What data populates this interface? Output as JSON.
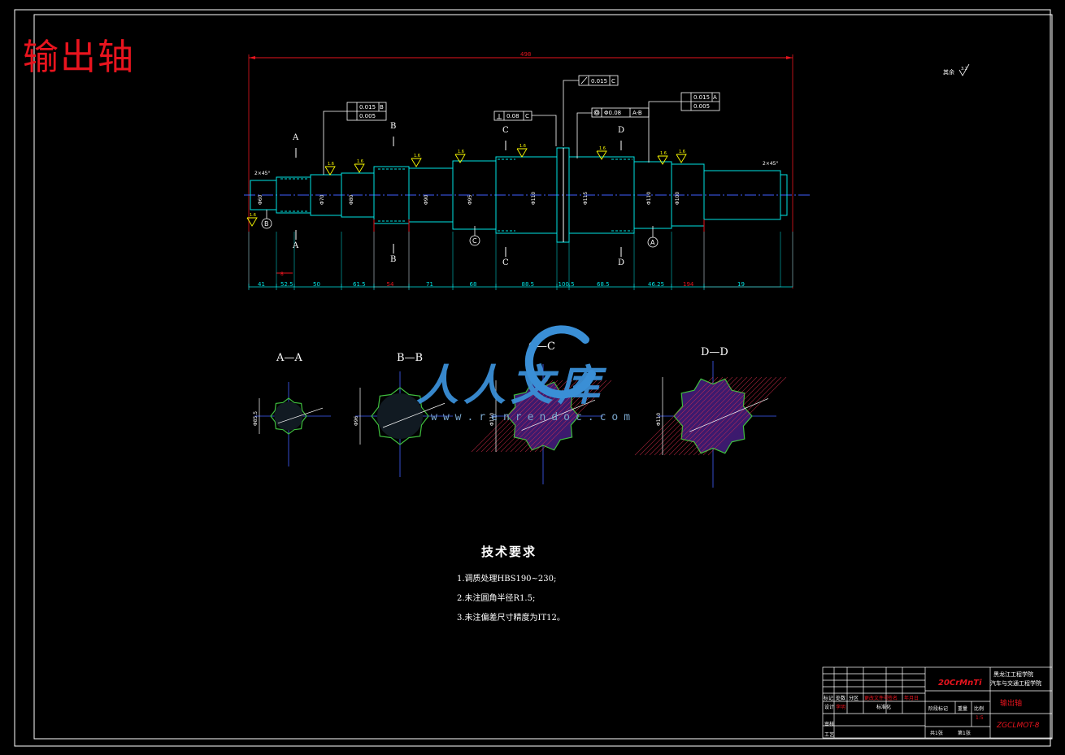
{
  "title": "输出轴",
  "overall_length": "498",
  "finish_note": "其余",
  "finish_note_value": "3.2",
  "gdt": {
    "runout_c_value": "0.015",
    "runout_c_datum": "C",
    "b_runout_value": "0.015",
    "b_runout_datum": "B",
    "b_flat_value": "0.005",
    "perp_value": "0.08",
    "perp_datum": "C",
    "coax_value": "Φ0.08",
    "coax_datum": "A-B",
    "a_runout_value": "0.015",
    "a_runout_datum": "A",
    "a_flat_value": "0.005"
  },
  "roughness": [
    "1.6",
    "1.6",
    "1.6",
    "1.6",
    "1.6",
    "1.6",
    "1.6",
    "1.6",
    "1.6",
    "1.6"
  ],
  "chamfer_left": "2×45°",
  "chamfer_right": "2×45°",
  "datum_labels": [
    "B",
    "C",
    "A"
  ],
  "section_marks": [
    "A",
    "A",
    "B",
    "B",
    "C",
    "C",
    "D",
    "D"
  ],
  "dims_bottom": [
    "41",
    "52.5",
    "50",
    "61.5",
    "54",
    "71",
    "68",
    "88.5",
    "100.5",
    "68.5",
    "46.25",
    "194",
    "19"
  ],
  "dim_small": "8",
  "diameter_labels": [
    "Φ60",
    "Φ70",
    "Φ80",
    "Φ90",
    "Φ95",
    "Φ110",
    "Φ115",
    "Φ110",
    "Φ100"
  ],
  "sections": [
    {
      "label": "A—A",
      "dim": "Φ85.5"
    },
    {
      "label": "B—B",
      "dim": "Φ96"
    },
    {
      "label": "C—C",
      "dim": "Φ110"
    },
    {
      "label": "D—D",
      "dim": "Φ110"
    }
  ],
  "tech_requirements": {
    "heading": "技术要求",
    "items": [
      "1.调质处理HBS190~230;",
      "2.未注圆角半径R1.5;",
      "3.未注偏差尺寸精度为IT12。"
    ]
  },
  "title_block": {
    "material": "20CrMnTi",
    "school_line1": "黑龙江工程学院",
    "school_line2": "汽车与交通工程学院",
    "part_name": "输出轴",
    "drawing_no": "ZGCLMOT-8",
    "scale": "1:5",
    "row_labels": [
      "标记",
      "处数",
      "分区",
      "更改文件号",
      "签名",
      "年月日"
    ],
    "design_label": "设计",
    "designer": "李明",
    "std_label": "标准化",
    "stage_label": "阶段标记",
    "weight_label": "重量",
    "scale_label": "比例",
    "review_label": "审核",
    "process_label": "工艺",
    "sheet_text": "共1张",
    "sheet_no": "第1张"
  },
  "watermark": {
    "text": "人人文库",
    "url": "www.renrendoc.com"
  },
  "colors": {
    "outline": "#00e5e5",
    "dimension": "#00e5e5",
    "highlight": "#e8141e",
    "annotation": "#ffff00",
    "frame": "#ffffff",
    "spline": "#3fbf3f",
    "hatch_fill": "#3c1a6e",
    "hatch_line": "#e03050",
    "center": "#4060ff"
  }
}
